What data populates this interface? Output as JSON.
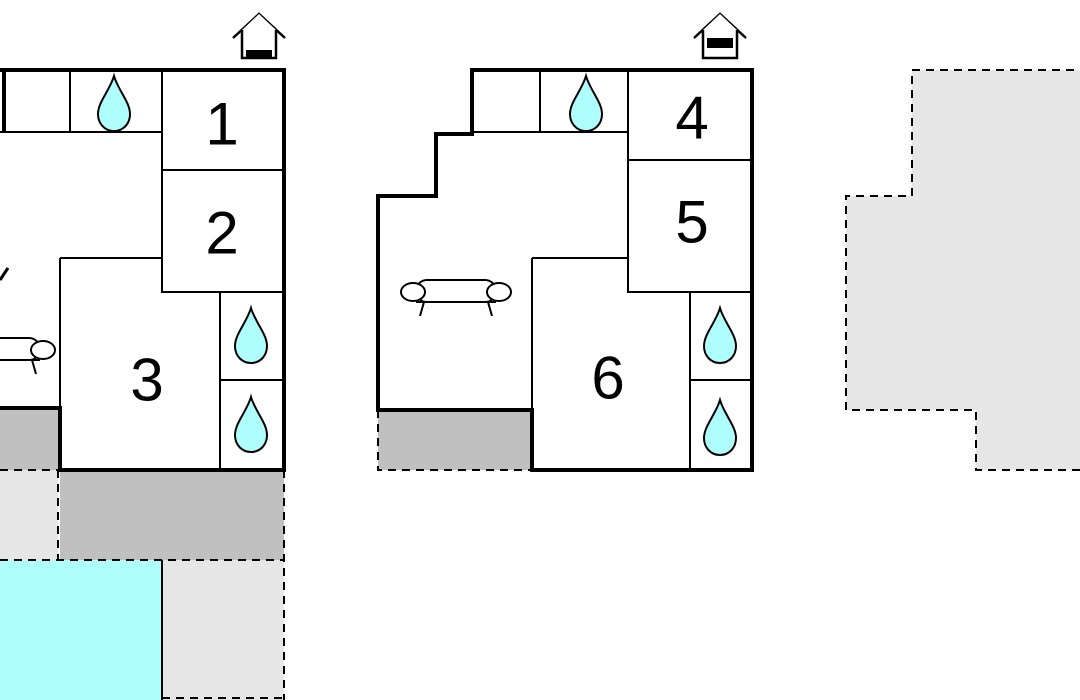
{
  "rooms": [
    {
      "label": "1"
    },
    {
      "label": "2"
    },
    {
      "label": "3"
    },
    {
      "label": "4"
    },
    {
      "label": "5"
    },
    {
      "label": "6"
    }
  ],
  "icons": {
    "bathroom": "water-drop-icon",
    "living": "sofa-icon",
    "entrance": "house-entrance-icon"
  },
  "colors": {
    "wall": "#000000",
    "terrace": "#c0c0c0",
    "garden": "#e6e6e6",
    "pool": "#b0ffff",
    "water_drop": "#b0ffff"
  }
}
